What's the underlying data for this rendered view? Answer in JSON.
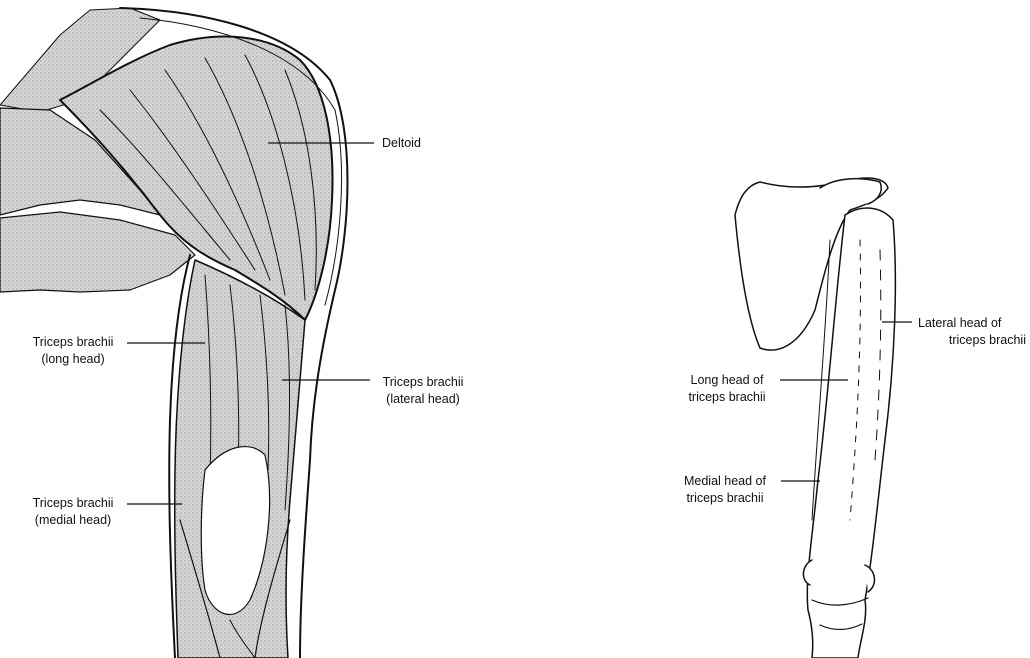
{
  "labels": {
    "deltoid": "Deltoid",
    "triceps_long": [
      "Triceps brachii",
      "(long head)"
    ],
    "triceps_lateral": [
      "Triceps brachii",
      "(lateral head)"
    ],
    "triceps_medial": [
      "Triceps brachii",
      "(medial head)"
    ],
    "lateral_head_of": [
      "Lateral head of",
      "triceps brachii"
    ],
    "long_head_of": [
      "Long head of",
      "triceps brachii"
    ],
    "medial_head_of": [
      "Medial head of",
      "triceps brachii"
    ]
  },
  "colors": {
    "ink": "#111111",
    "muscle_fill": "#d2d2d2",
    "paper": "#ffffff"
  }
}
